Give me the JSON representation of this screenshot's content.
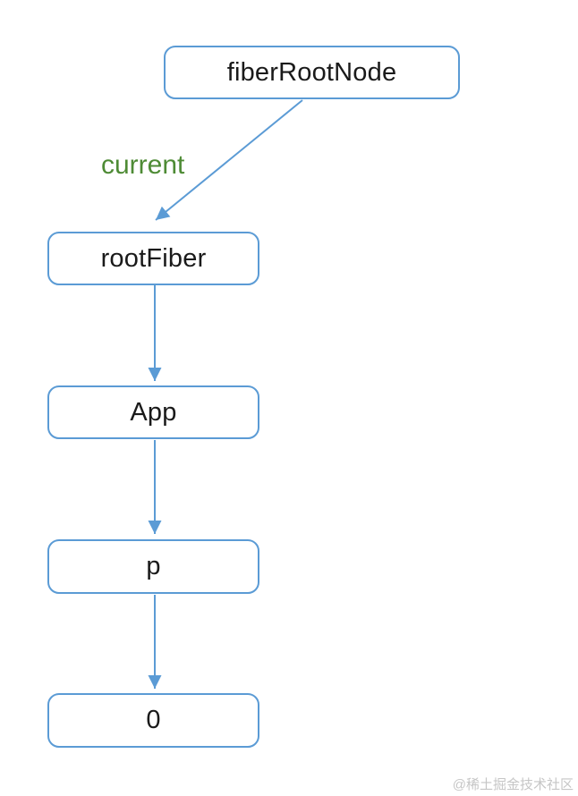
{
  "diagram": {
    "nodes": [
      {
        "id": "fiberRootNode",
        "label": "fiberRootNode"
      },
      {
        "id": "rootFiber",
        "label": "rootFiber"
      },
      {
        "id": "App",
        "label": "App"
      },
      {
        "id": "p",
        "label": "p"
      },
      {
        "id": "0",
        "label": "0"
      }
    ],
    "edges": [
      {
        "from": "fiberRootNode",
        "to": "rootFiber",
        "label": "current"
      },
      {
        "from": "rootFiber",
        "to": "App",
        "label": ""
      },
      {
        "from": "App",
        "to": "p",
        "label": ""
      },
      {
        "from": "p",
        "to": "0",
        "label": ""
      }
    ],
    "colors": {
      "background": "#ffffff",
      "node_border": "#5B9BD5",
      "arrow": "#5B9BD5",
      "edge_label_green": "#4E8B35",
      "node_text": "#1a1a1a",
      "watermark_gray": "#c6c6c6"
    },
    "watermark": "@稀土掘金技术社区"
  }
}
